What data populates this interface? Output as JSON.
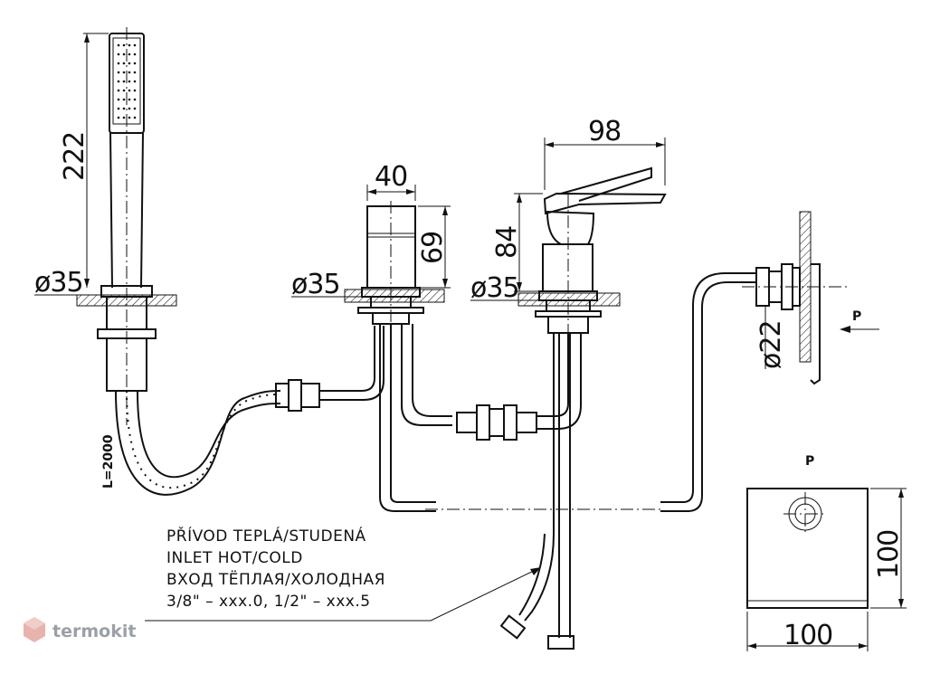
{
  "dimensions": {
    "handshower_length": "222",
    "diverter_width": "40",
    "diverter_height": "69",
    "mixer_width": "98",
    "mixer_height": "84",
    "base_diameter": "ø35",
    "connection_diameter": "ø22",
    "hose_length": "L=2000",
    "plate_width": "100",
    "plate_height": "100"
  },
  "view_labels": {
    "section_marker": "P",
    "view_title": "P"
  },
  "inlet_note": {
    "line1": "PŘÍVOD TEPLÁ/STUDENÁ",
    "line2": "INLET HOT/COLD",
    "line3": "ВХОД ТЁПЛАЯ/ХОЛОДНАЯ",
    "line4": "3/8\"  –  xxx.0,  1/2\"  –  xxx.5"
  },
  "watermark": {
    "text": "termokit",
    "color": "#9aa0a6",
    "icon": "hexagon-logo-icon"
  }
}
